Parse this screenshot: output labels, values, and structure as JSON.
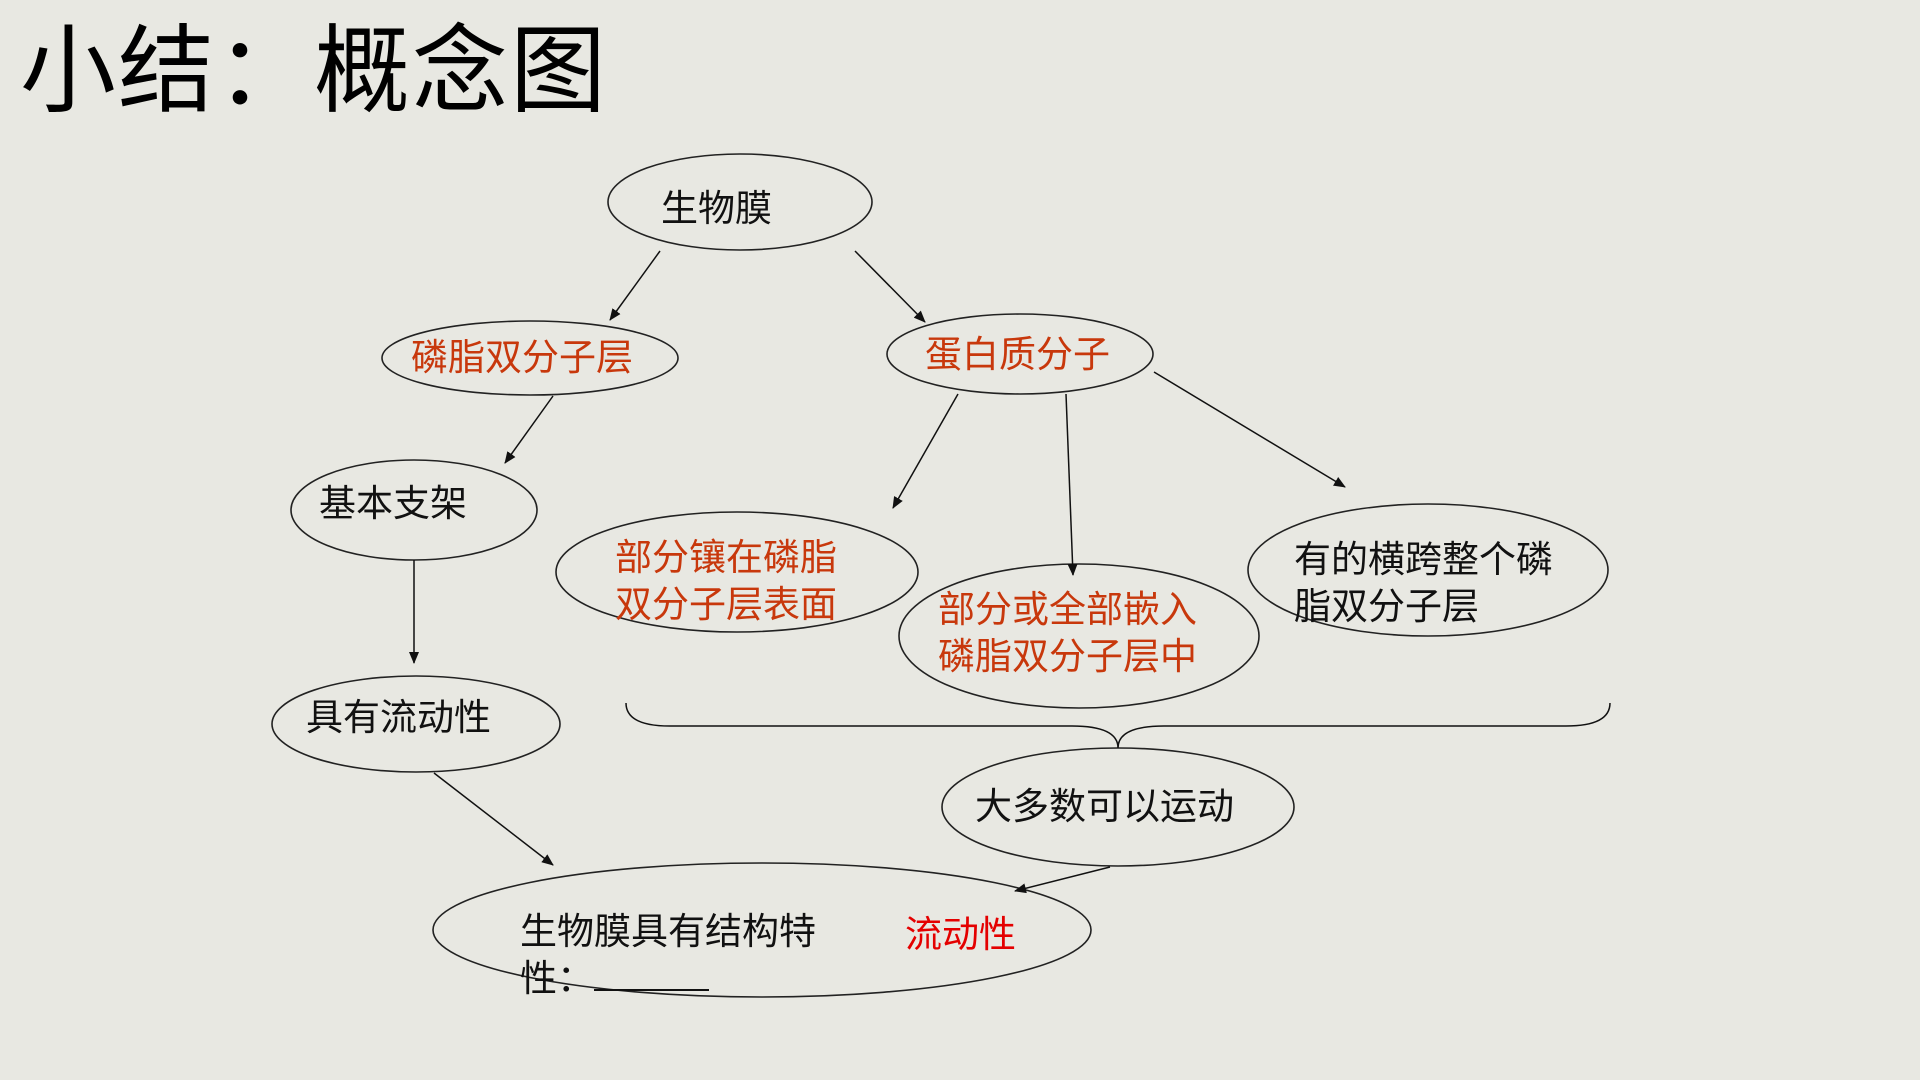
{
  "title": "小结：概念图",
  "nodes": {
    "membrane": "生物膜",
    "phospholipid_bilayer": "磷脂双分子层",
    "protein": "蛋白质分子",
    "basic_framework": "基本支架",
    "surface_line1": "部分镶在磷脂",
    "surface_line2": "双分子层表面",
    "embedded_line1": "部分或全部嵌入",
    "embedded_line2": "磷脂双分子层中",
    "span_line1": "有的横跨整个磷",
    "span_line2": "脂双分子层",
    "fluidity": "具有流动性",
    "movable": "大多数可以运动",
    "conclusion_line1": "生物膜具有结构特",
    "conclusion_line2": "性：",
    "answer": "流动性"
  },
  "colors": {
    "background": "#e8e8e2",
    "black_text": "#111111",
    "orange_text": "#c8380c",
    "red_text": "#e40000"
  }
}
